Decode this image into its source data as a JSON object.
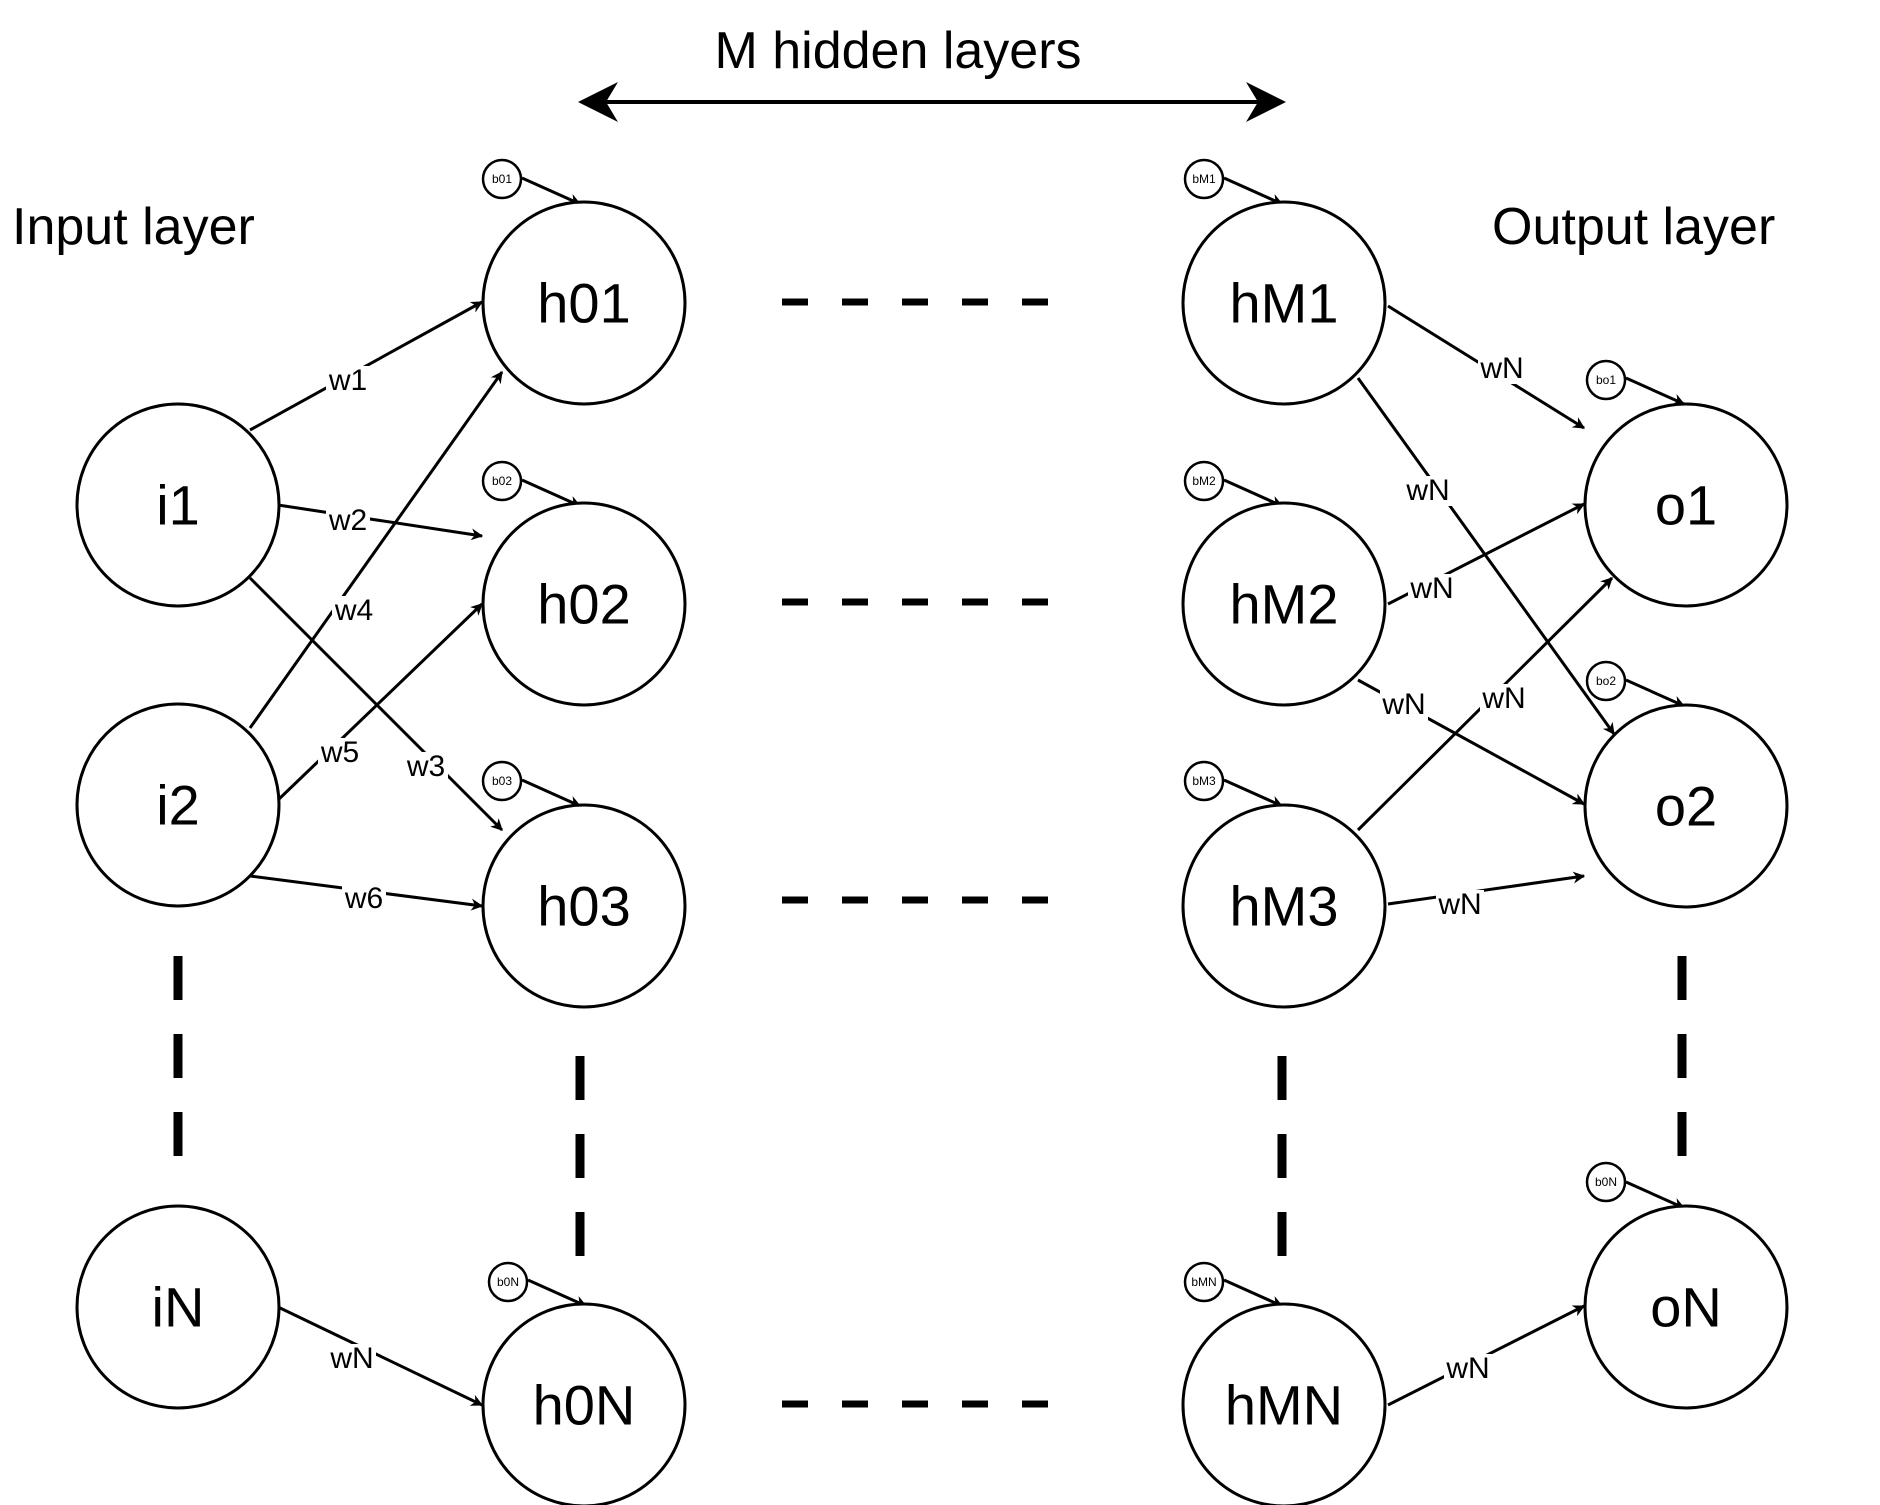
{
  "titles": {
    "hidden_span": "M hidden layers",
    "input_layer": "Input layer",
    "output_layer": "Output layer"
  },
  "input_nodes": [
    "i1",
    "i2",
    "iN"
  ],
  "first_hidden_nodes": [
    "h01",
    "h02",
    "h03",
    "h0N"
  ],
  "last_hidden_nodes": [
    "hM1",
    "hM2",
    "hM3",
    "hMN"
  ],
  "output_nodes": [
    "o1",
    "o2",
    "oN"
  ],
  "first_hidden_biases": [
    "b01",
    "b02",
    "b03",
    "b0N"
  ],
  "last_hidden_biases": [
    "bM1",
    "bM2",
    "bM3",
    "bMN"
  ],
  "output_biases": [
    "bo1",
    "bo2",
    "b0N"
  ],
  "input_weights": [
    "w1",
    "w2",
    "w3",
    "w4",
    "w5",
    "w6",
    "wN"
  ],
  "output_weights": [
    "wN",
    "wN",
    "wN",
    "wN",
    "wN",
    "wN",
    "wN"
  ]
}
